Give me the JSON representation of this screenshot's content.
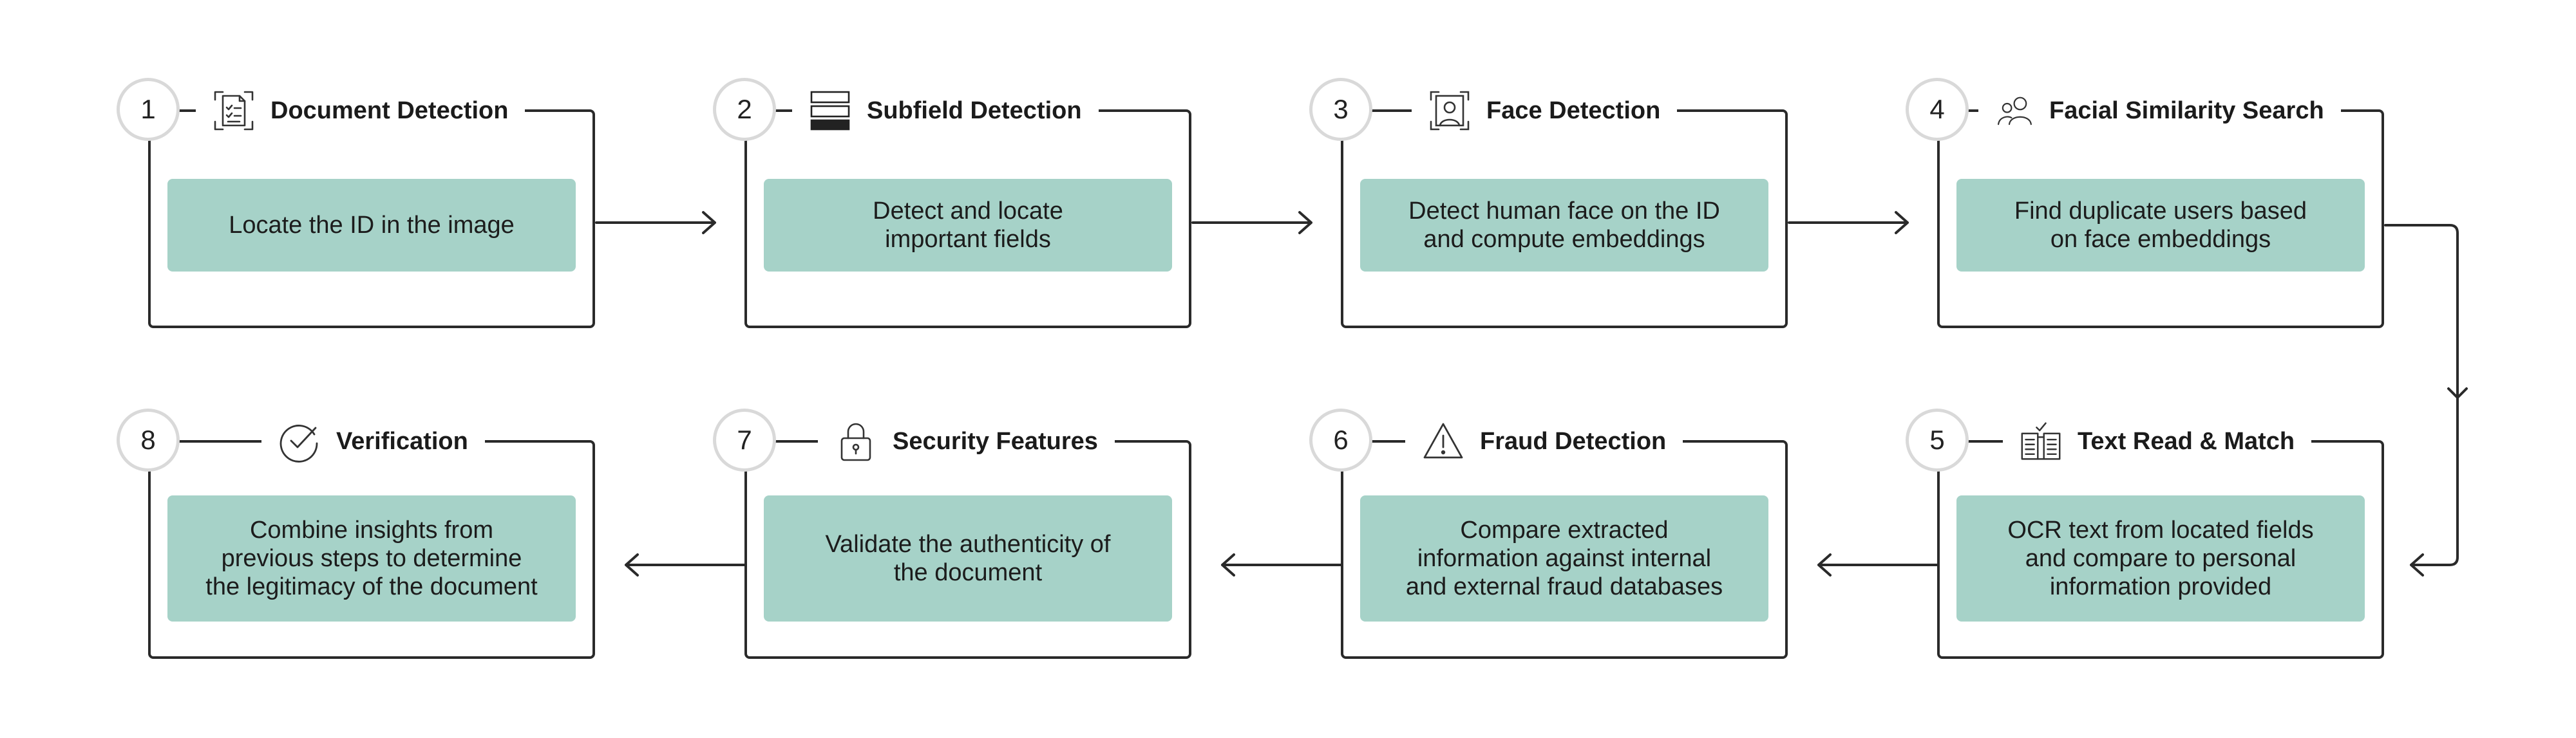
{
  "steps": [
    {
      "number": "1",
      "title": "Document Detection",
      "icon": "document-scan-icon",
      "lines": [
        "Locate the ID in the image"
      ]
    },
    {
      "number": "2",
      "title": "Subfield Detection",
      "icon": "stacked-fields-icon",
      "lines": [
        "Detect and locate",
        "important fields"
      ]
    },
    {
      "number": "3",
      "title": "Face Detection",
      "icon": "face-scan-icon",
      "lines": [
        "Detect human face on the ID",
        "and compute embeddings"
      ]
    },
    {
      "number": "4",
      "title": "Facial Similarity Search",
      "icon": "users-icon",
      "lines": [
        "Find duplicate users based",
        "on face embeddings"
      ]
    },
    {
      "number": "5",
      "title": "Text Read & Match",
      "icon": "open-book-check-icon",
      "lines": [
        "OCR text from located fields",
        "and compare to personal",
        "information provided"
      ]
    },
    {
      "number": "6",
      "title": "Fraud Detection",
      "icon": "warning-icon",
      "lines": [
        "Compare extracted",
        "information against internal",
        "and external fraud databases"
      ]
    },
    {
      "number": "7",
      "title": "Security Features",
      "icon": "lock-icon",
      "lines": [
        "Validate the authenticity of",
        "the document"
      ]
    },
    {
      "number": "8",
      "title": "Verification",
      "icon": "check-circle-icon",
      "lines": [
        "Combine insights from",
        "previous steps to determine",
        "the legitimacy of the document"
      ]
    }
  ],
  "colors": {
    "card": "#a6d2c8",
    "border": "#2a2a2a",
    "badge_ring": "#d9d9d9"
  }
}
